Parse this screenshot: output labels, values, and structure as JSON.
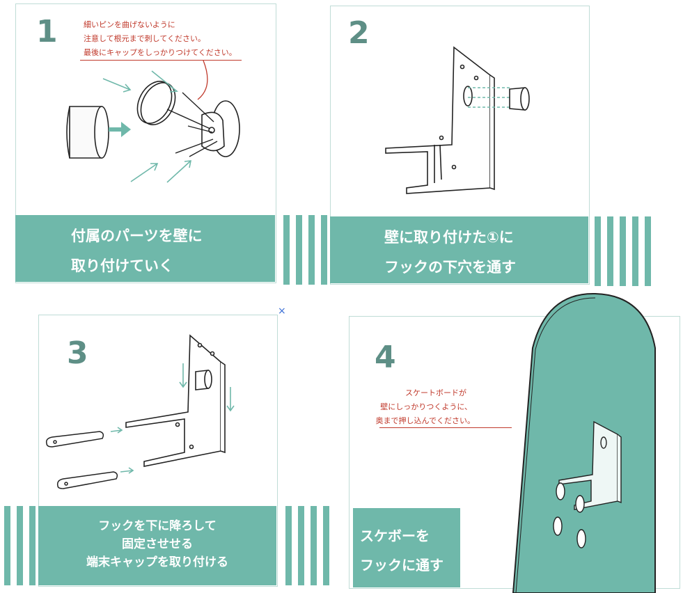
{
  "colors": {
    "accent": "#6fb8aa",
    "dark_teal": "#5e8f86",
    "note_red": "#c0392b",
    "border": "#bfdcd6",
    "close_icon": "#3b6fd6"
  },
  "steps": [
    {
      "number": "1",
      "note_lines": [
        "細いピンを曲げないように",
        "注意して根元まで刺してください。",
        "最後にキャップをしっかりつけてください。"
      ],
      "caption_lines": [
        "付属のパーツを壁に",
        "取り付けていく"
      ]
    },
    {
      "number": "2",
      "note_lines": [],
      "caption_lines": [
        "壁に取り付けた①に",
        "フックの下穴を通す"
      ]
    },
    {
      "number": "3",
      "note_lines": [],
      "caption_lines": [
        "フックを下に降ろして",
        "固定させせる",
        "端末キャップを取り付ける"
      ]
    },
    {
      "number": "4",
      "note_lines": [
        "スケートボードが",
        "壁にしっかりつくように、",
        "奥まで押し込んでください。"
      ],
      "caption_lines": [
        "スケボーを",
        "フックに通す"
      ]
    }
  ],
  "close_symbol": "×"
}
